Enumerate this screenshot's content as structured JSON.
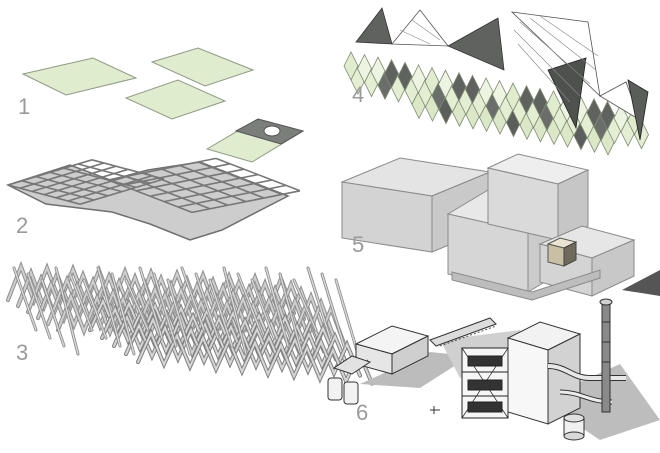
{
  "labels": {
    "step1": "1",
    "step2": "2",
    "step3": "3",
    "step4": "4",
    "step5": "5",
    "step6": "6"
  },
  "colors": {
    "glass_green": "#dfeccd",
    "panel_edge": "#8f9a84",
    "frame_gray": "#b7b7b7",
    "frame_dark": "#6f6f6f",
    "dark_panel": "#5f625f",
    "volume_fill": "#d8d8d8",
    "label_gray": "#9a9a9a"
  }
}
